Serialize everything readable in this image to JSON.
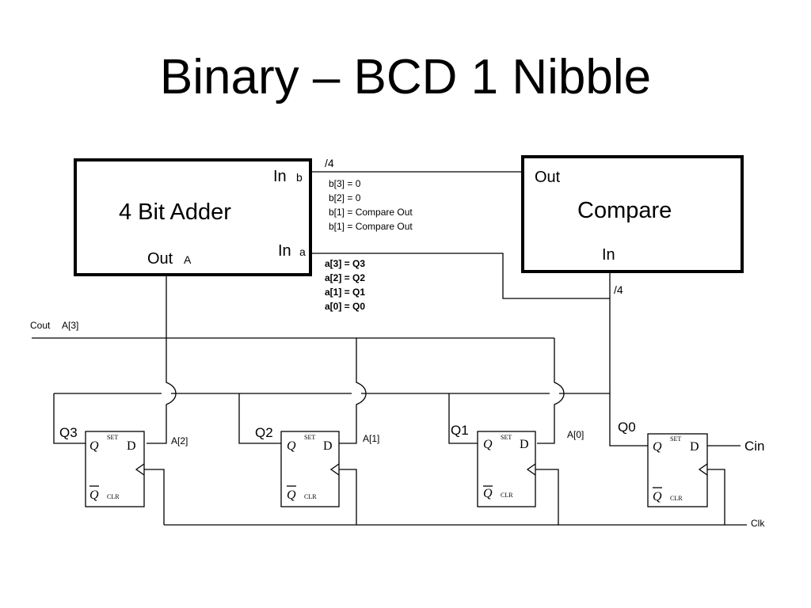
{
  "slide": {
    "title": "Binary – BCD 1 Nibble"
  },
  "adder": {
    "title": "4 Bit Adder",
    "in_b": "In",
    "in_b_sub": "b",
    "in_a": "In",
    "in_a_sub": "a",
    "out": "Out",
    "out_sub": "A"
  },
  "compare": {
    "title": "Compare",
    "out": "Out",
    "in": "In"
  },
  "bus": {
    "top_width": "/4",
    "right_width": "/4"
  },
  "b_assignments": [
    "b[3] = 0",
    "b[2] = 0",
    "b[1] = Compare Out",
    "b[1] = Compare Out"
  ],
  "a_assignments": [
    "a[3] = Q3",
    "a[2] = Q2",
    "a[1] = Q1",
    "a[0] = Q0"
  ],
  "carry": {
    "cout": "Cout",
    "a3": "A[3]",
    "cin": "Cin",
    "clk": "Clk"
  },
  "flipflops": [
    {
      "name": "Q3",
      "input_label": "A[2]"
    },
    {
      "name": "Q2",
      "input_label": "A[1]"
    },
    {
      "name": "Q1",
      "input_label": "A[0]"
    },
    {
      "name": "Q0",
      "input_label": "Cin"
    }
  ],
  "ff_pins": {
    "q": "Q",
    "qbar": "Q",
    "d": "D",
    "set": "SET",
    "clr": "CLR"
  }
}
